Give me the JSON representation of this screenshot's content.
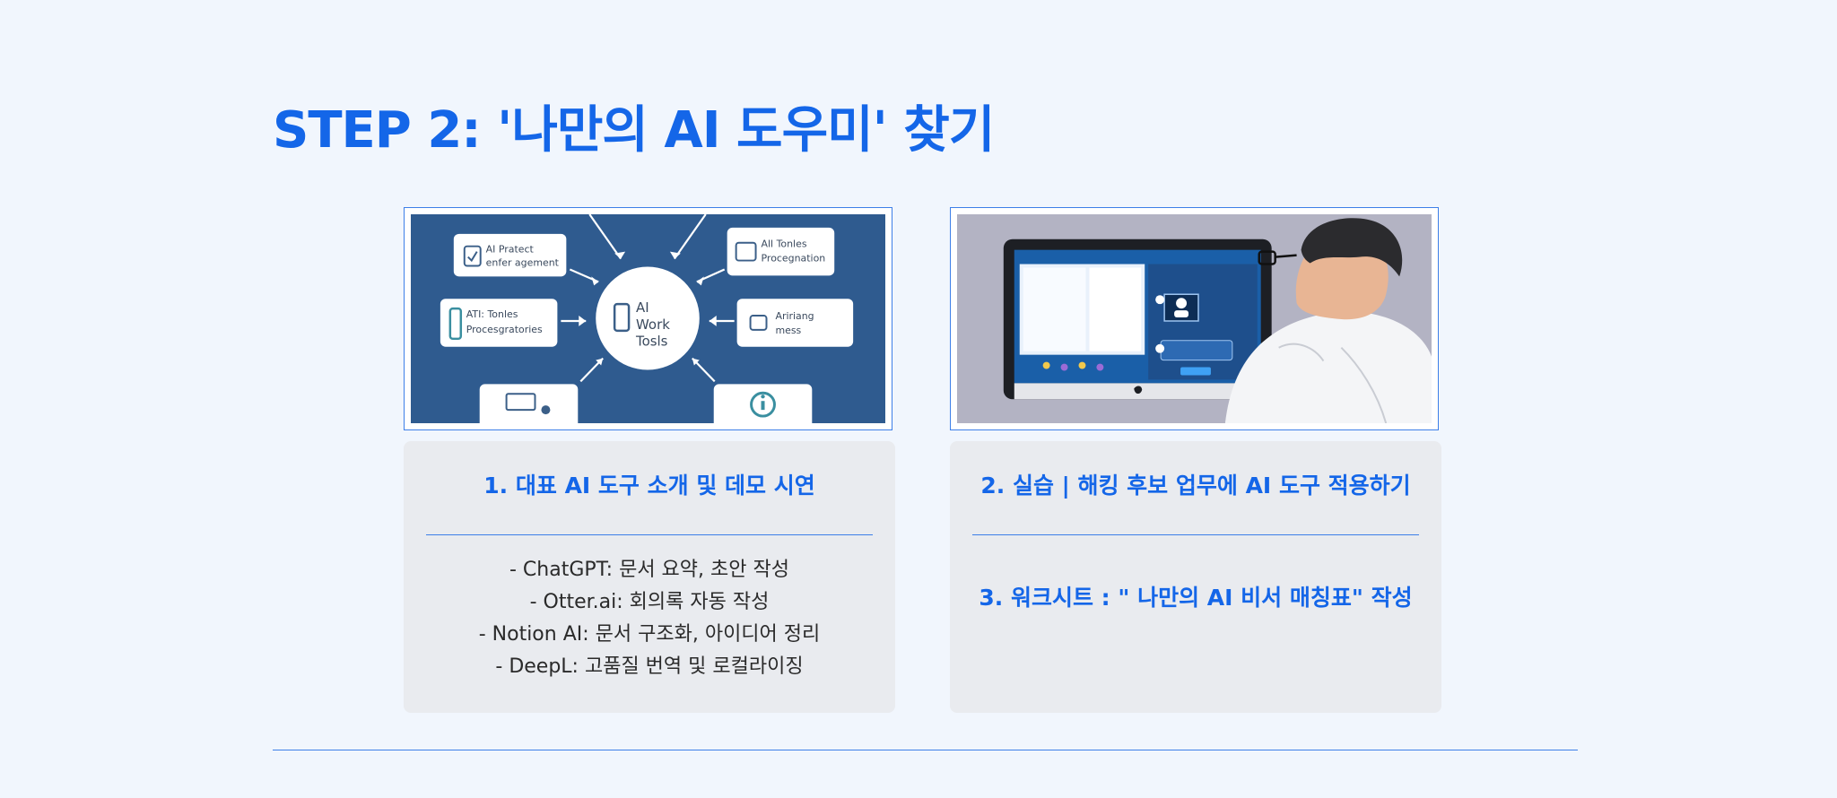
{
  "page": {
    "title": "STEP 2: '나만의 AI 도우미' 찾기"
  },
  "illustration_left": {
    "center_label": [
      "AI",
      "Work",
      "Tosls"
    ],
    "boxes": [
      [
        "AI Pratect",
        "enfer agement"
      ],
      [
        "All Tonles",
        "Procegnation"
      ],
      [
        "ATI: Tonles",
        "Procesgratories"
      ],
      [
        "Aririang",
        "mess"
      ]
    ]
  },
  "cards": {
    "left": {
      "heading": "1. 대표 AI 도구 소개 및 데모 시연",
      "items": [
        "- ChatGPT: 문서 요약, 초안 작성",
        "- Otter.ai: 회의록 자동 작성",
        "- Notion AI: 문서 구조화, 아이디어 정리",
        "- DeepL: 고품질 번역 및 로컬라이징"
      ]
    },
    "right": {
      "heading": "2. 실습  |  해킹 후보 업무에 AI 도구 적용하기",
      "sub": "3. 워크시트 : \" 나만의 AI 비서 매칭표\" 작성"
    }
  },
  "colors": {
    "accent": "#1466e8",
    "background": "#f1f6fd",
    "card": "#e9ebef",
    "illustration_bg": "#2f5b8f"
  }
}
